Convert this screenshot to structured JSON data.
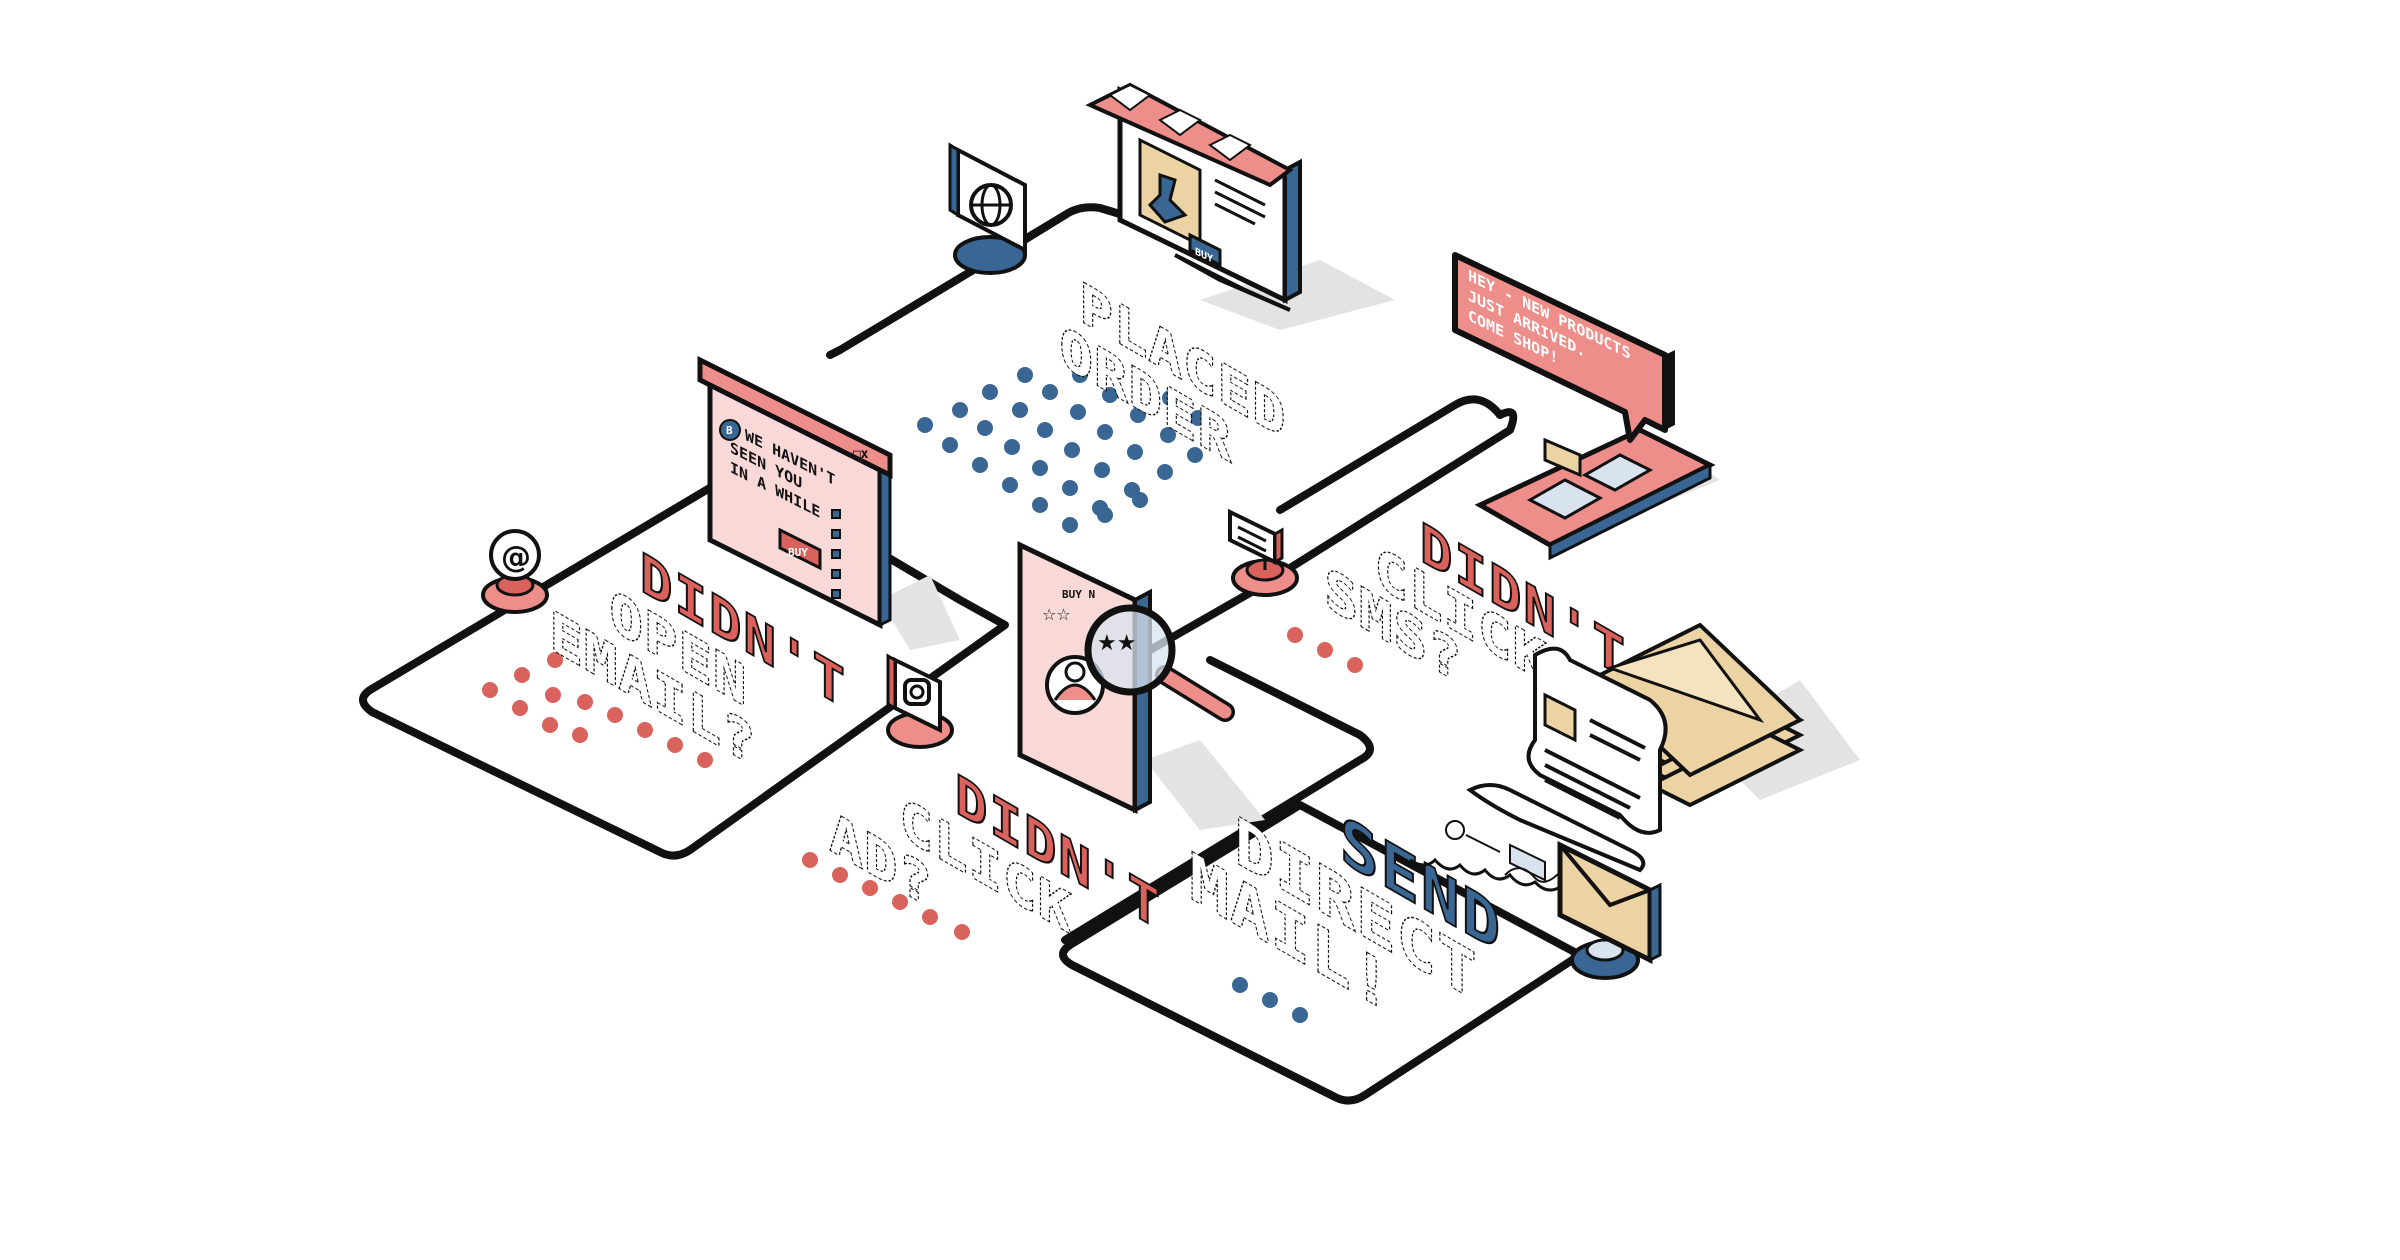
{
  "colors": {
    "ink": "#111111",
    "pink": "#ee8e8a",
    "pink_light": "#f8d9d7",
    "pink_dark": "#d9625c",
    "blue": "#3a6694",
    "blue_light": "#d8e3ef",
    "tan": "#ecd3a3",
    "shadow": "#e3e3e3"
  },
  "steps": {
    "placed_order": {
      "line1": "PLACED",
      "line2": "ORDER"
    },
    "didnt_open_email": {
      "line1": "DIDN'T",
      "line2": "OPEN",
      "line3": "EMAIL?"
    },
    "didnt_click_ad": {
      "line1": "DIDN'T",
      "line2": "CLICK",
      "line3": "AD?"
    },
    "didnt_click_sms": {
      "line1": "DIDN'T",
      "line2": "CLICK",
      "line3": "SMS?"
    },
    "send_direct_mail": {
      "line1": "SEND",
      "line2": "DIRECT",
      "line3": "MAIL!"
    }
  },
  "email_window": {
    "avatar_letter": "B",
    "line1": "WE HAVEN'T",
    "line2": "SEEN YOU",
    "line3": "IN A WHILE",
    "window_controls": "–□x",
    "button": "BUY"
  },
  "shop_monitor": {
    "button": "BUY"
  },
  "ad_phone": {
    "heading": "BUY N"
  },
  "sms_bubble": {
    "line1": "HEY - NEW PRODUCTS",
    "line2": "JUST ARRIVED.",
    "line3": "COME SHOP!"
  },
  "icons": {
    "globe": "globe-icon",
    "at": "at-sign-icon",
    "instagram": "instagram-icon",
    "message": "message-icon",
    "mail": "envelope-icon",
    "magnifier": "magnifier-icon"
  }
}
